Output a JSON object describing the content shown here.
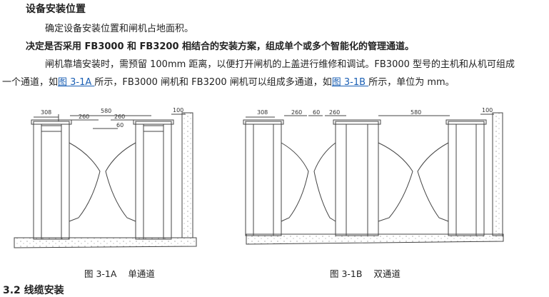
{
  "section_title": "设备安装位置",
  "para1": "确定设备安装位置和闸机占地面积。",
  "para2_bold": "决定是否采用 FB3000 和 FB3200 相结合的安装方案，组成单个或多个智能化的管理通道。",
  "para3_line1": "闸机靠墙安装时，需预留 100mm 距离，以便打开闸机的上盖进行维修和调试。FB3000 型号的主机和从机可组成",
  "para3_line2": {
    "a": "一个通道，如",
    "link1": "图 3-1A ",
    "b": "所示，FB3000 闸机和 FB3200 闸机可以组成多通道，如",
    "link2": "图 3-1B ",
    "c": "所示，单位为 mm。"
  },
  "figA": {
    "caption_num": "图 3-1A",
    "caption_text": "单通道",
    "dims": {
      "d308": "308",
      "d580": "580",
      "d260a": "260",
      "d260b": "260",
      "d60": "60",
      "d100": "100"
    }
  },
  "figB": {
    "caption_num": "图 3-1B",
    "caption_text": "双通道",
    "dims": {
      "d308": "308",
      "d260a": "260",
      "d60": "60",
      "d260b": "260",
      "d580": "580",
      "d100": "100"
    }
  },
  "next_section": "3.2 线缆安装"
}
